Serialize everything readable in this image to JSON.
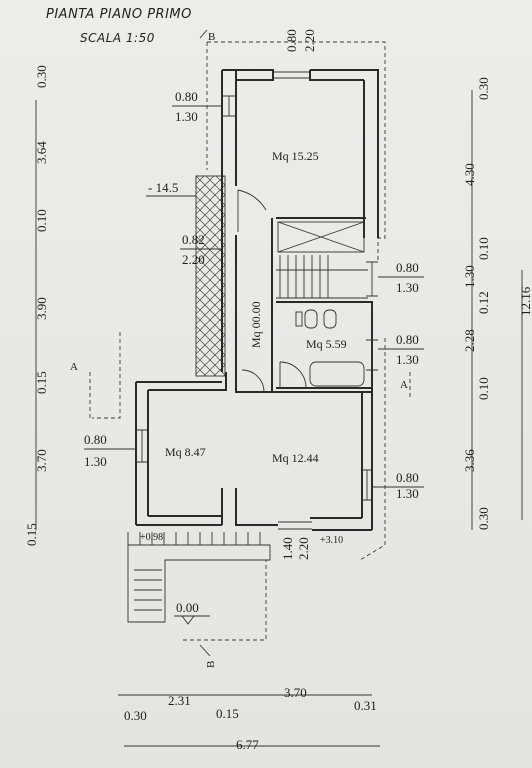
{
  "title": "PIANTA PIANO PRIMO",
  "scale": "SCALA 1:50",
  "sections": {
    "b_top": "B",
    "b_bottom": "B",
    "a_left": "A",
    "a_right": "A"
  },
  "rooms": [
    {
      "label": "Mq 15.25"
    },
    {
      "label": "Mq 00.00"
    },
    {
      "label": "Mq 5.59"
    },
    {
      "label": "Mq 8.47"
    },
    {
      "label": "Mq 12.44"
    }
  ],
  "windows": [
    {
      "w": "0.80",
      "h": "1.30"
    },
    {
      "w": "0.82",
      "h": "2.20"
    },
    {
      "w": "0.80",
      "h": "1.30"
    },
    {
      "w": "0.80",
      "h": "1.30"
    },
    {
      "w": "0.80",
      "h": "1.30"
    },
    {
      "w": "0.80",
      "h": "1.30"
    }
  ],
  "top_door": {
    "w": "0.80",
    "h": "2.20"
  },
  "bottom_door": {
    "w": "1.40",
    "h": "2.20"
  },
  "levels": {
    "terrace": "- 14.5",
    "landing": "+0.98",
    "step": "+3.10",
    "ground": "0.00"
  },
  "left_dims": [
    "0.30",
    "3.64",
    "0.10",
    "3.90",
    "0.15",
    "3.70",
    "0.15"
  ],
  "right_dims": [
    "0.30",
    "4.30",
    "0.10",
    "1.30",
    "0.12",
    "2.28",
    "0.10",
    "3.36",
    "0.30"
  ],
  "right_total": "12.16",
  "bottom_dims_top": [
    "2.31",
    "3.70"
  ],
  "bottom_dims_mid": [
    "0.30",
    "0.15",
    "0.31"
  ],
  "bottom_total": "6.77"
}
